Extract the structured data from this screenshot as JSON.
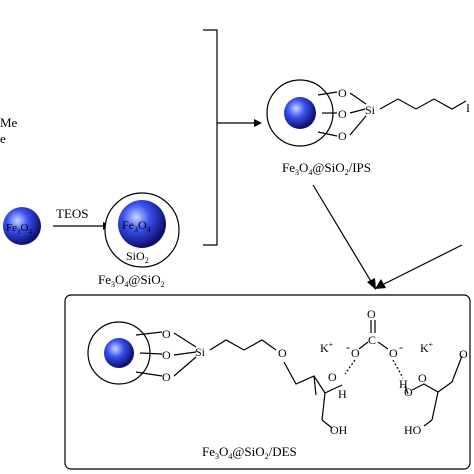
{
  "left_fragment": {
    "line1": "Me",
    "line2": "e"
  },
  "core": {
    "label_fe": "Fe",
    "label_sub3": "3",
    "label_o": "O",
    "label_sub4": "4",
    "label_sio": "SiO",
    "label_sub2": "2"
  },
  "reagent": {
    "teos": "TEOS"
  },
  "compounds": {
    "fe3o4_sio2": {
      "fe": "Fe",
      "s3": "3",
      "o": "O",
      "s4": "4",
      "at": "@SiO",
      "s2": "2"
    },
    "fe3o4_sio2_ips": {
      "fe": "Fe",
      "s3": "3",
      "o": "O",
      "s4": "4",
      "at": "@SiO",
      "s2": "2",
      "tail": "/IPS"
    },
    "fe3o4_sio2_des": {
      "fe": "Fe",
      "s3": "3",
      "o": "O",
      "s4": "4",
      "at": "@SiO",
      "s2": "2",
      "tail": "/DES"
    }
  },
  "atoms": {
    "o": "O",
    "si": "Si",
    "h": "H",
    "k": "K",
    "plus": "+",
    "minus": "-",
    "c": "C",
    "oh": "OH",
    "ho": "HO",
    "cut_oh": "O",
    "cut_i": "I"
  },
  "colors": {
    "sphere_light": "#c9d4ff",
    "sphere_mid": "#3a50f0",
    "sphere_dark": "#0d1070",
    "line": "#000000"
  }
}
